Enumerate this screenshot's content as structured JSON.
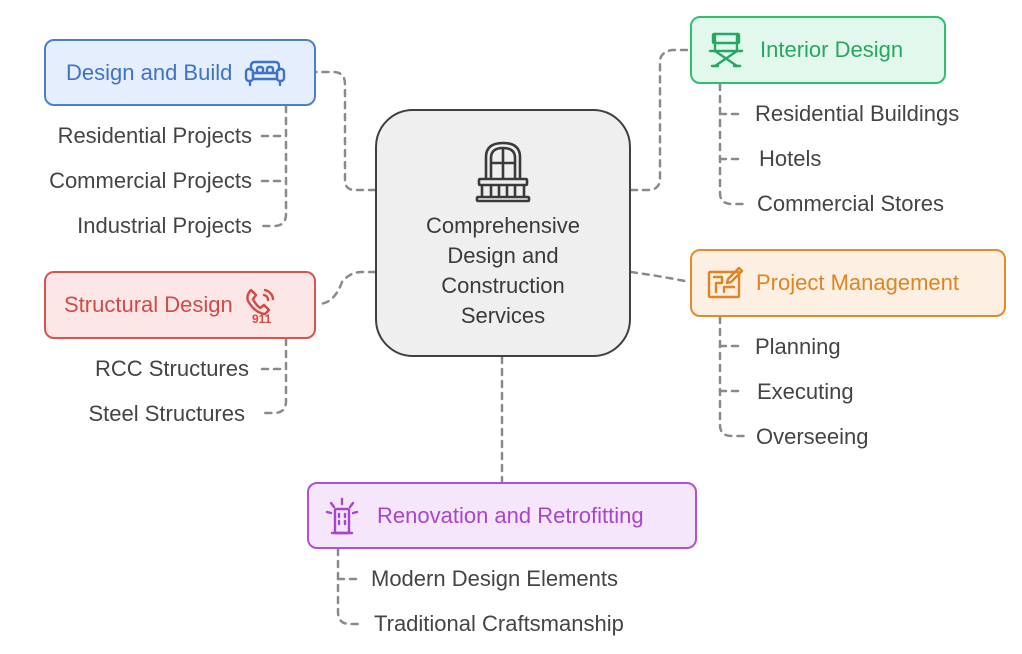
{
  "center": {
    "title_lines": [
      "Comprehensive",
      "Design and",
      "Construction",
      "Services"
    ],
    "icon": "balcony-window-icon"
  },
  "branches": {
    "design_build": {
      "label": "Design and Build",
      "icon": "sofa-icon",
      "color": "#4a7fd4",
      "fill": "#e4eefd",
      "items": [
        "Residential Projects",
        "Commercial Projects",
        "Industrial Projects"
      ]
    },
    "structural": {
      "label": "Structural Design",
      "icon": "phone-911-icon",
      "color": "#d9534f",
      "fill": "#fde7e6",
      "items": [
        "RCC Structures",
        "Steel Structures"
      ]
    },
    "interior": {
      "label": "Interior Design",
      "icon": "directors-chair-icon",
      "color": "#2fbf71",
      "fill": "#e3f8ec",
      "items": [
        "Residential Buildings",
        "Hotels",
        "Commercial Stores"
      ]
    },
    "project_mgmt": {
      "label": "Project Management",
      "icon": "blueprint-pencil-icon",
      "color": "#e38b2a",
      "fill": "#fdefe1",
      "items": [
        "Planning",
        "Executing",
        "Overseeing"
      ]
    },
    "renovation": {
      "label": "Renovation and Retrofitting",
      "icon": "lit-building-icon",
      "color": "#b14fd6",
      "fill": "#f6e6fb",
      "items": [
        "Modern Design Elements",
        "Traditional Craftsmanship"
      ]
    }
  },
  "connector_color": "#8a8a8a"
}
